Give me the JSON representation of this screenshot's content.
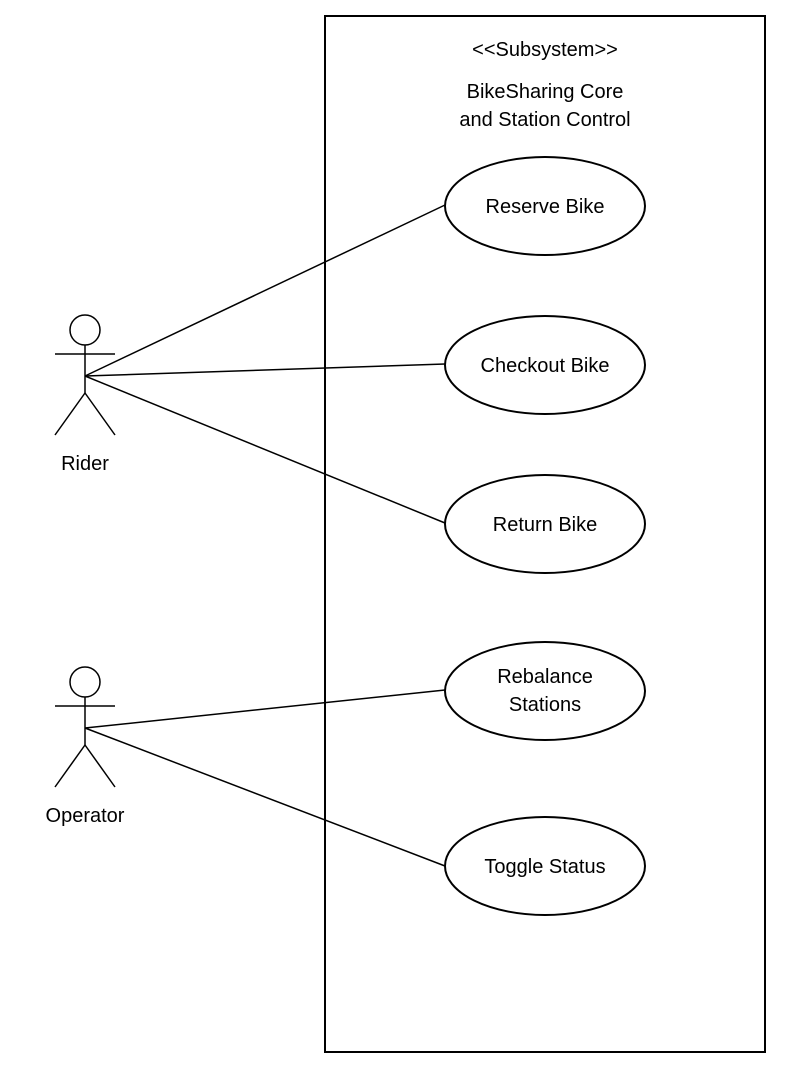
{
  "colors": {
    "stroke": "#000000",
    "fill": "#ffffff",
    "text": "#000000"
  },
  "subsystem": {
    "stereotype": "<<Subsystem>>",
    "name_line1": "BikeSharing Core",
    "name_line2": "and Station Control"
  },
  "actors": {
    "rider": {
      "label": "Rider"
    },
    "operator": {
      "label": "Operator"
    }
  },
  "use_cases": {
    "reserve_bike": {
      "line1": "Reserve Bike"
    },
    "checkout_bike": {
      "line1": "Checkout Bike"
    },
    "return_bike": {
      "line1": "Return Bike"
    },
    "rebalance_stations": {
      "line1": "Rebalance",
      "line2": "Stations"
    },
    "toggle_status": {
      "line1": "Toggle Status"
    }
  },
  "associations": [
    {
      "from": "Rider",
      "to": "Reserve Bike"
    },
    {
      "from": "Rider",
      "to": "Checkout Bike"
    },
    {
      "from": "Rider",
      "to": "Return Bike"
    },
    {
      "from": "Operator",
      "to": "Rebalance Stations"
    },
    {
      "from": "Operator",
      "to": "Toggle Status"
    }
  ]
}
